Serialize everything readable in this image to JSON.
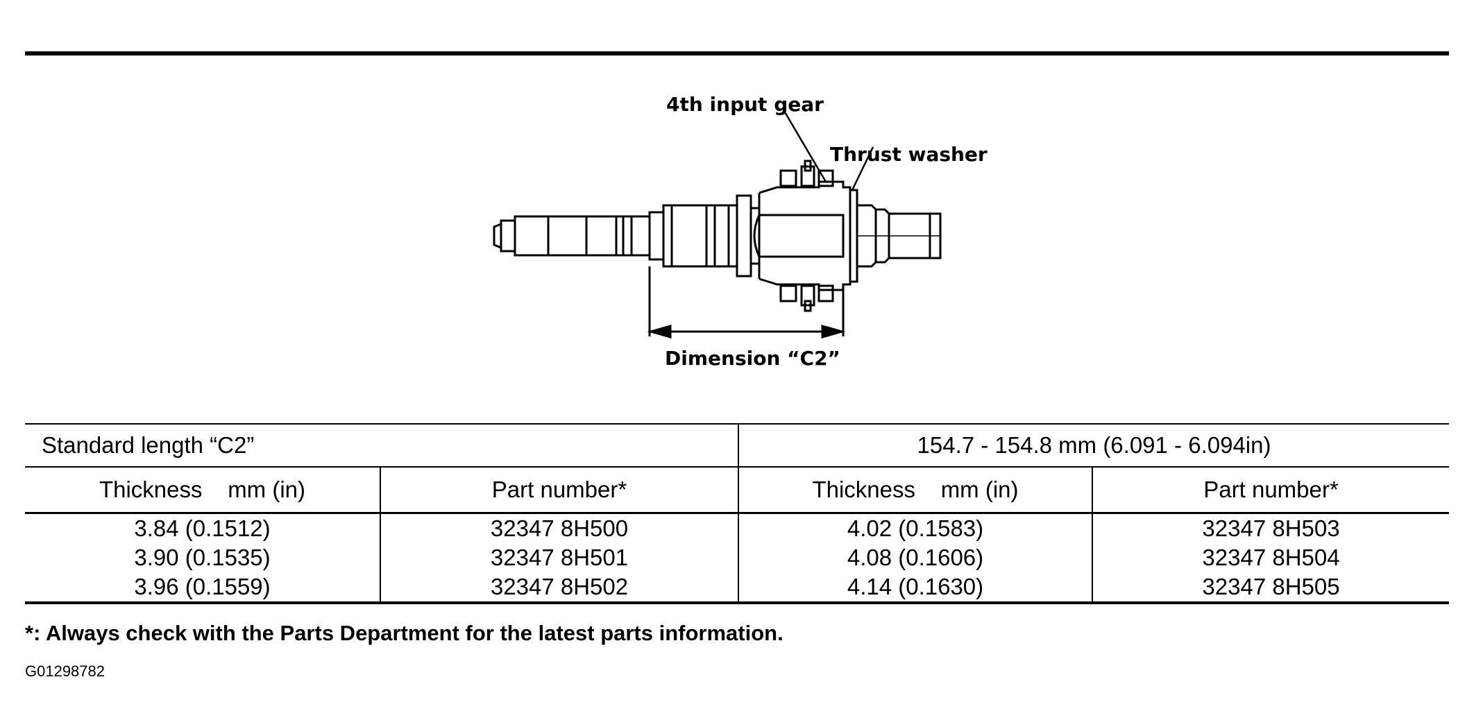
{
  "diagram": {
    "label_gear": "4th input gear",
    "label_washer": "Thrust washer",
    "label_dimension": "Dimension “C2”"
  },
  "table": {
    "standard_label": "Standard length “C2”",
    "standard_value": "154.7 - 154.8 mm (6.091 - 6.094in)",
    "headers": [
      "Thickness    mm (in)",
      "Part number*",
      "Thickness    mm (in)",
      "Part number*"
    ],
    "columns": [
      [
        "3.84 (0.1512)",
        "3.90 (0.1535)",
        "3.96 (0.1559)"
      ],
      [
        "32347 8H500",
        "32347 8H501",
        "32347 8H502"
      ],
      [
        "4.02 (0.1583)",
        "4.08 (0.1606)",
        "4.14 (0.1630)"
      ],
      [
        "32347 8H503",
        "32347 8H504",
        "32347 8H505"
      ]
    ]
  },
  "footnote": "*: Always check with the Parts Department for the latest parts information.",
  "figure_id": "G01298782"
}
